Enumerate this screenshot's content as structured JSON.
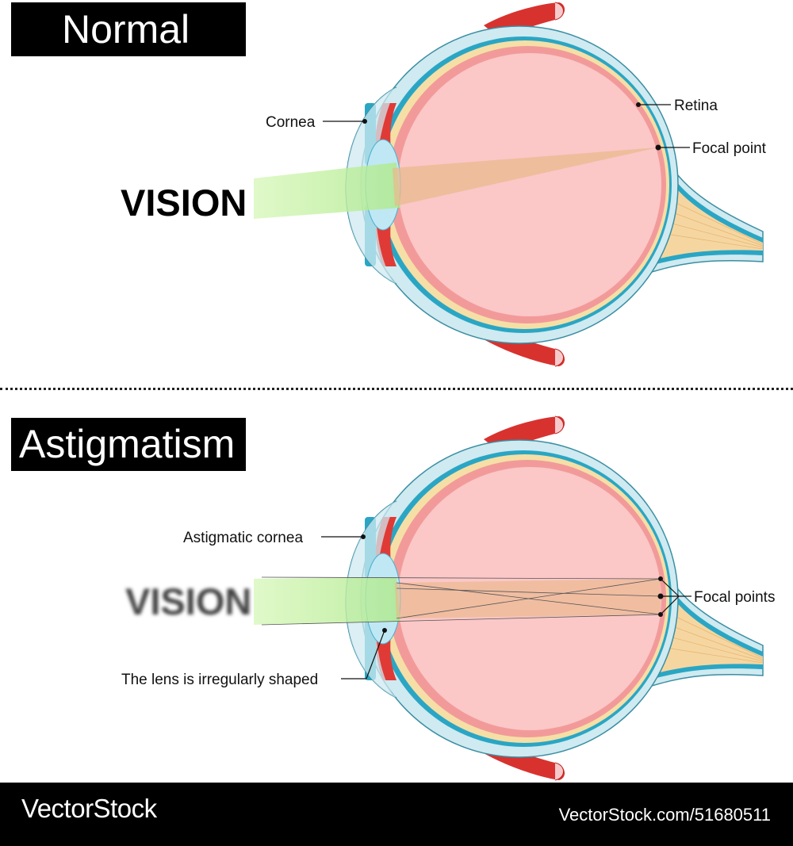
{
  "titles": {
    "normal": "Normal",
    "astigmatism": "Astigmatism"
  },
  "normal_labels": {
    "vision": "VISION",
    "cornea": "Cornea",
    "retina": "Retina",
    "focal_point": "Focal point"
  },
  "astig_labels": {
    "vision": "VISION",
    "astigmatic_cornea": "Astigmatic cornea",
    "lens_irregular": "The lens is irregularly shaped",
    "focal_points": "Focal points"
  },
  "footer": {
    "brand": "VectorStock",
    "id": "VectorStock.com/51680511"
  },
  "colors": {
    "sclera": "#cfeaf0",
    "choroid_blue": "#2aa6c4",
    "retina_yellow": "#f5dfa6",
    "vitreous": "#fbc7c7",
    "lens": "#bfe8f4",
    "muscle": "#d8322f",
    "light_green": "#c8f3a6",
    "light_orange": "#e9b98e",
    "optic_nerve": "#f6d6a0"
  }
}
